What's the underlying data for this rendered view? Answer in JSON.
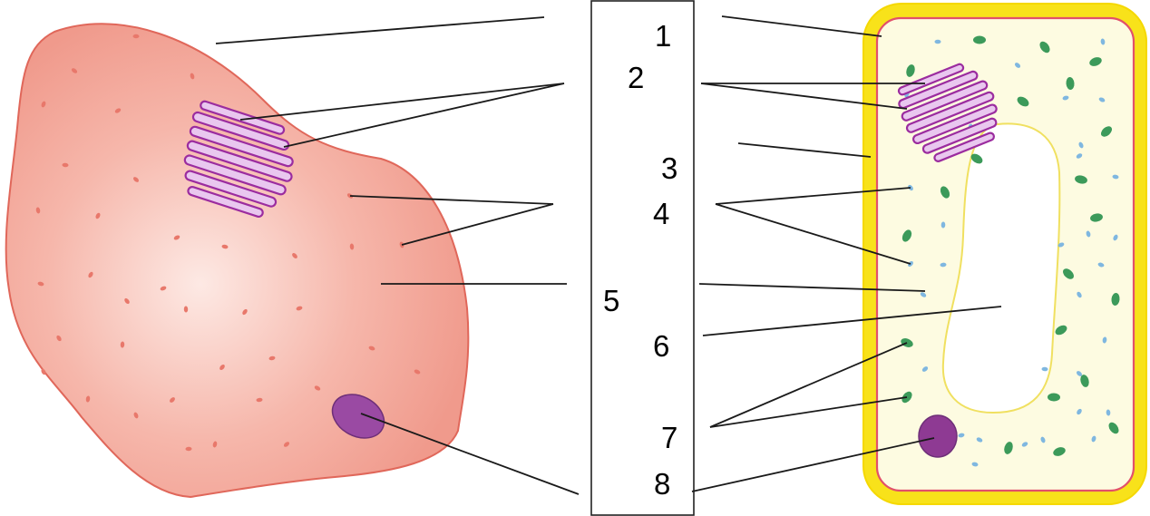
{
  "labels": {
    "n1": "1",
    "n2": "2",
    "n3": "3",
    "n4": "4",
    "n5": "5",
    "n6": "6",
    "n7": "7",
    "n8": "8"
  },
  "colors": {
    "animal_fill_center": "#fde7e2",
    "animal_fill_edge": "#f29c8f",
    "animal_outline": "#e0675a",
    "animal_organelle": "#e8786b",
    "golgi": "#9b2c9f",
    "golgi_fill": "#e9c7ef",
    "nucleus": "#8e4596",
    "cell_wall": "#f8e21a",
    "plant_cytoplasm": "#fdfbe1",
    "membrane": "#e2506a",
    "vacuole_outline": "#f0e060",
    "chloroplast": "#3c9a5a",
    "plant_mito": "#7fb7e0"
  }
}
